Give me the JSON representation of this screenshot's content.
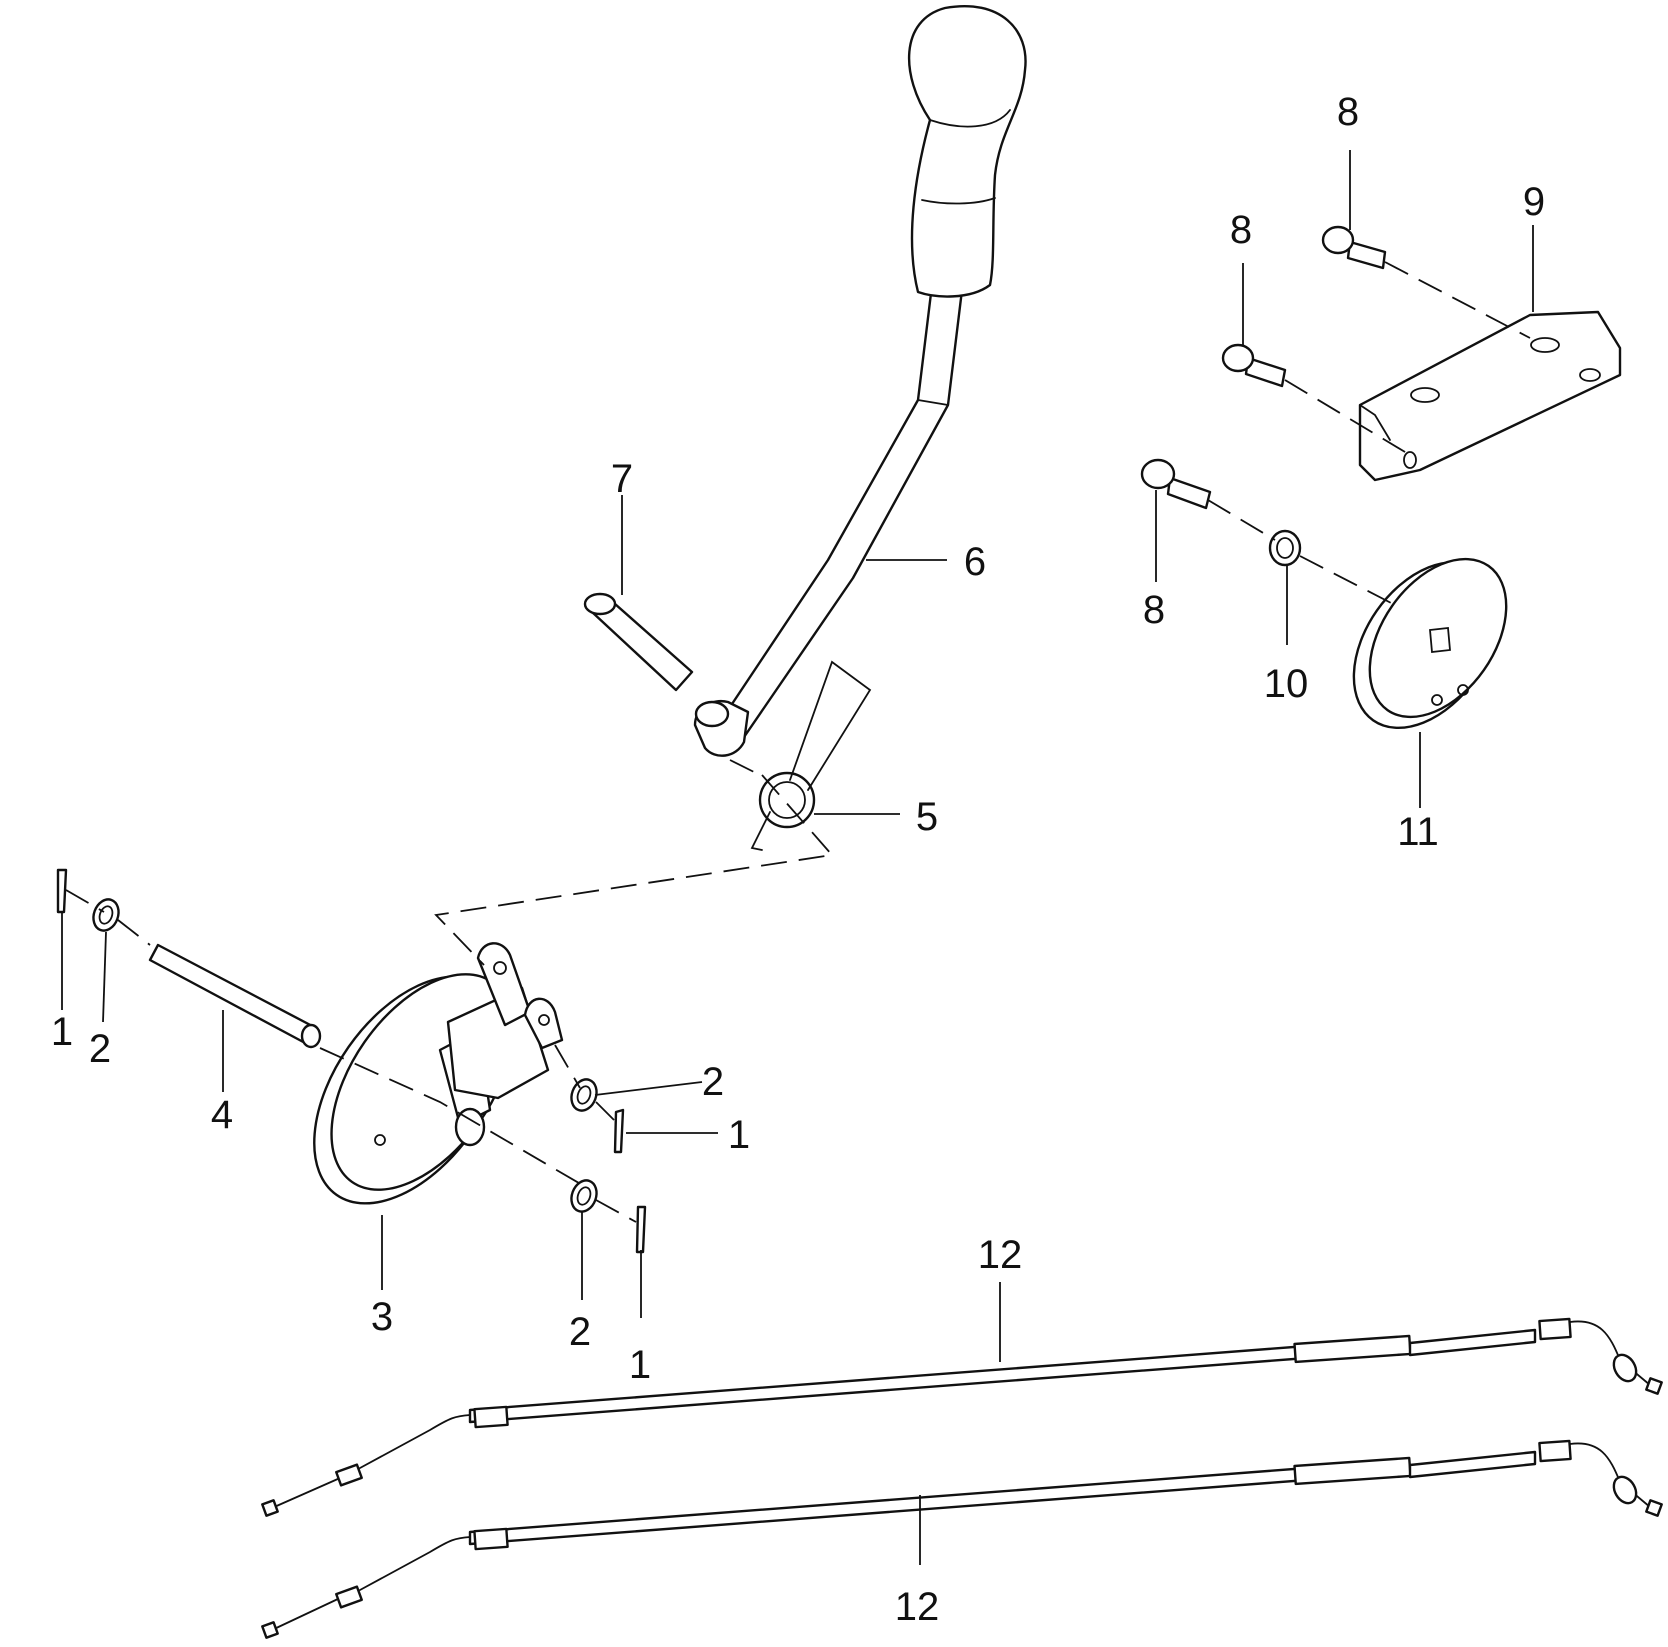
{
  "callouts": {
    "c1a": "1",
    "c1b": "1",
    "c1c": "1",
    "c2a": "2",
    "c2b": "2",
    "c2c": "2",
    "c3": "3",
    "c4": "4",
    "c5": "5",
    "c6": "6",
    "c7": "7",
    "c8a": "8",
    "c8b": "8",
    "c8c": "8",
    "c9": "9",
    "c10": "10",
    "c11": "11",
    "c12a": "12",
    "c12b": "12"
  },
  "colors": {
    "line": "#111111",
    "background": "#ffffff"
  }
}
